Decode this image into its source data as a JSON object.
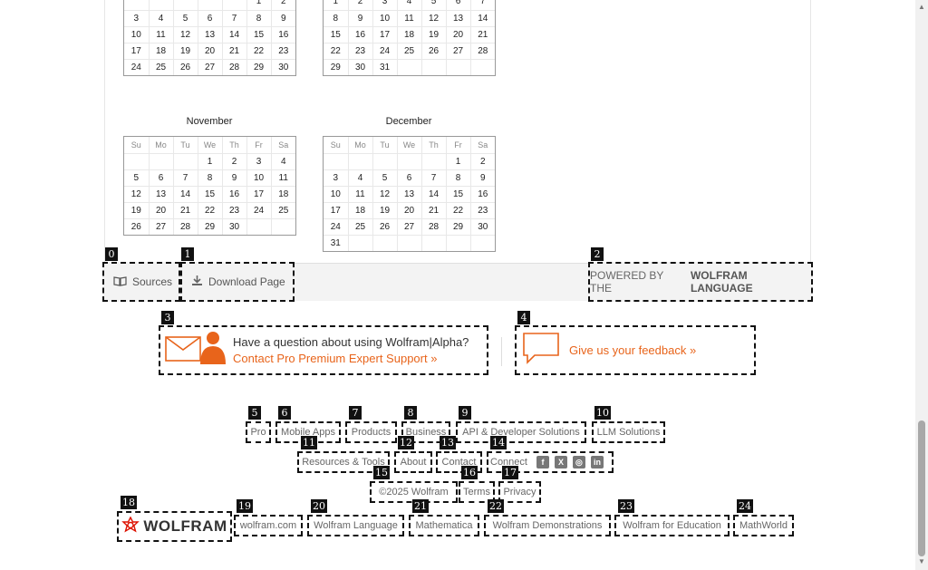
{
  "calendars": {
    "dow": [
      "Su",
      "Mo",
      "Tu",
      "We",
      "Th",
      "Fr",
      "Sa"
    ],
    "partial_left": [
      [
        "",
        "",
        "",
        "",
        "",
        "1",
        "2"
      ],
      [
        "3",
        "4",
        "5",
        "6",
        "7",
        "8",
        "9"
      ],
      [
        "10",
        "11",
        "12",
        "13",
        "14",
        "15",
        "16"
      ],
      [
        "17",
        "18",
        "19",
        "20",
        "21",
        "22",
        "23"
      ],
      [
        "24",
        "25",
        "26",
        "27",
        "28",
        "29",
        "30"
      ]
    ],
    "partial_right": [
      [
        "1",
        "2",
        "3",
        "4",
        "5",
        "6",
        "7"
      ],
      [
        "8",
        "9",
        "10",
        "11",
        "12",
        "13",
        "14"
      ],
      [
        "15",
        "16",
        "17",
        "18",
        "19",
        "20",
        "21"
      ],
      [
        "22",
        "23",
        "24",
        "25",
        "26",
        "27",
        "28"
      ],
      [
        "29",
        "30",
        "31",
        "",
        "",
        "",
        ""
      ]
    ],
    "november": {
      "title": "November",
      "weeks": [
        [
          "",
          "",
          "",
          "1",
          "2",
          "3",
          "4"
        ],
        [
          "5",
          "6",
          "7",
          "8",
          "9",
          "10",
          "11"
        ],
        [
          "12",
          "13",
          "14",
          "15",
          "16",
          "17",
          "18"
        ],
        [
          "19",
          "20",
          "21",
          "22",
          "23",
          "24",
          "25"
        ],
        [
          "26",
          "27",
          "28",
          "29",
          "30",
          "",
          ""
        ]
      ]
    },
    "december": {
      "title": "December",
      "weeks": [
        [
          "",
          "",
          "",
          "",
          "",
          "1",
          "2"
        ],
        [
          "3",
          "4",
          "5",
          "6",
          "7",
          "8",
          "9"
        ],
        [
          "10",
          "11",
          "12",
          "13",
          "14",
          "15",
          "16"
        ],
        [
          "17",
          "18",
          "19",
          "20",
          "21",
          "22",
          "23"
        ],
        [
          "24",
          "25",
          "26",
          "27",
          "28",
          "29",
          "30"
        ],
        [
          "31",
          "",
          "",
          "",
          "",
          "",
          ""
        ]
      ]
    }
  },
  "toolbar": {
    "sources_label": "Sources",
    "download_label": "Download Page",
    "powered_prefix": "POWERED BY THE",
    "powered_brand": "WOLFRAM LANGUAGE"
  },
  "support": {
    "question": "Have a question about using Wolfram|Alpha?",
    "contact_link": "Contact Pro Premium Expert Support »",
    "feedback_link": "Give us your feedback »"
  },
  "footer": {
    "row1": [
      "Pro",
      "Mobile Apps",
      "Products",
      "Business",
      "API & Developer Solutions",
      "LLM Solutions"
    ],
    "row2": [
      "Resources & Tools",
      "About",
      "Contact",
      "Connect"
    ],
    "row3": [
      "©2025  Wolfram",
      "Terms",
      "Privacy"
    ],
    "row4": [
      "wolfram.com",
      "Wolfram Language",
      "Mathematica",
      "Wolfram Demonstrations",
      "Wolfram for Education",
      "MathWorld"
    ],
    "logo_text": "WOLFRAM",
    "social": [
      "f",
      "X",
      "◎",
      "in"
    ]
  },
  "badges": [
    "0",
    "1",
    "2",
    "3",
    "4",
    "5",
    "6",
    "7",
    "8",
    "9",
    "10",
    "11",
    "12",
    "13",
    "14",
    "15",
    "16",
    "17",
    "18",
    "19",
    "20",
    "21",
    "22",
    "23",
    "24"
  ]
}
